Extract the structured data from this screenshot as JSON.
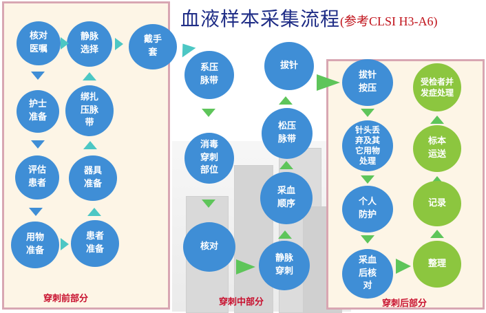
{
  "title": {
    "main": "血液样本采集流程",
    "ref": "(参考CLSI H3-A6)"
  },
  "sections": {
    "pre": "穿刺前部分",
    "mid": "穿刺中部分",
    "post": "穿刺后部分"
  },
  "nodes": {
    "doctor_order": "核对\n医嘱",
    "select_vein": "静脉\n选择",
    "gloves": "戴手\n套",
    "nurse_prep": "护士\n准备",
    "tourniquet_bind": "绑扎\n压脉\n带",
    "assess_patient": "评估\n患者",
    "equip_prep": "器具\n准备",
    "supplies_prep": "用物\n准备",
    "patient_prep": "患者\n准备",
    "tourniquet_apply": "系压\n脉带",
    "disinfect": "消毒\n穿刺\n部位",
    "verify": "核对",
    "venipuncture": "静脉\n穿刺",
    "draw_order": "采血\n顺序",
    "loosen_tourniquet": "松压\n脉带",
    "withdraw_needle": "拔针",
    "withdraw_press": "拔针\n按压",
    "discard_needle": "针头丢\n弃及其\n它用物\n处理",
    "self_protect": "个人\n防护",
    "post_verify": "采血\n后核\n对",
    "reaction_handle": "受检者并\n发症处理",
    "specimen_transport": "标本\n运送",
    "record": "记录",
    "tidy": "整理"
  },
  "colors": {
    "blue": "#3f8ed6",
    "green": "#8cc63f",
    "teal": "#4cc7c4",
    "arrow_green": "#5ec55a",
    "panel_border": "#d8a6b2",
    "title": "#1f2d86",
    "red": "#c0121a"
  }
}
